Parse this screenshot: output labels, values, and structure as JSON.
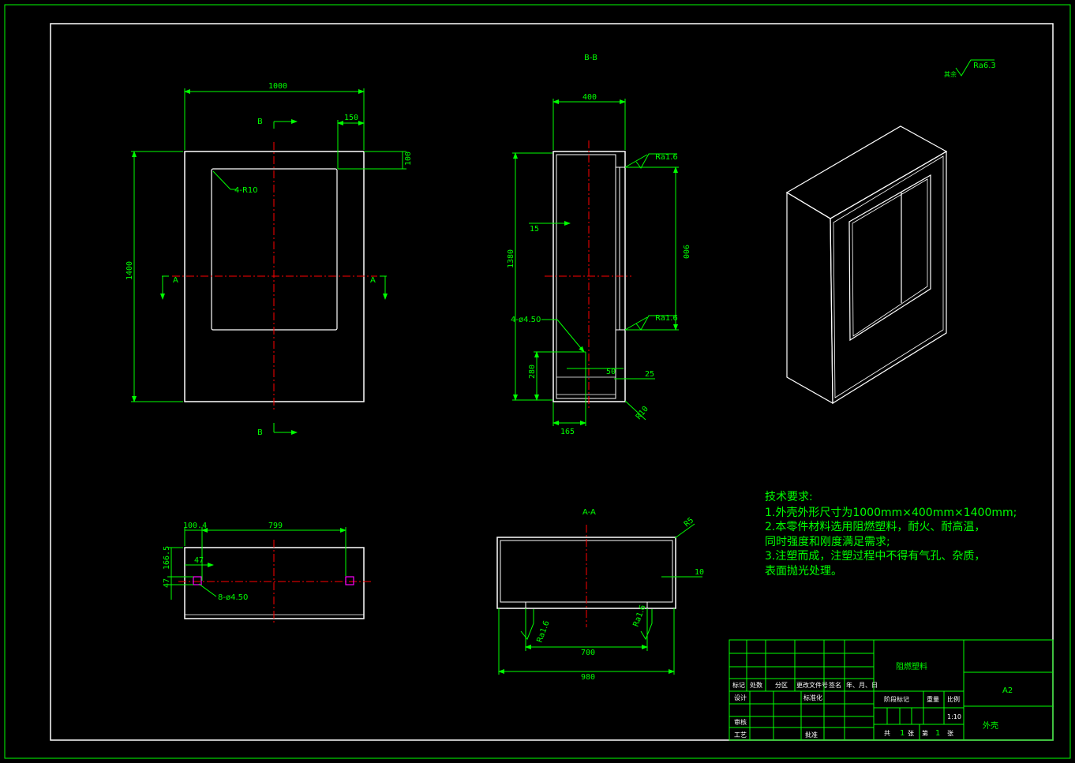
{
  "colors": {
    "background": "#000000",
    "frame": "#00ff00",
    "outline": "#ffffff",
    "centerline": "#ff0000",
    "dimension": "#00ff00",
    "holes": "#ff00ff"
  },
  "views": {
    "front": {
      "width_dim": "1000",
      "height_dim": "1400",
      "dim_150": "150",
      "dim_100": "100",
      "corner_label": "4-R10",
      "section_b_top": "B",
      "section_b_bottom": "B",
      "section_a_left": "A",
      "section_a_right": "A"
    },
    "section_bb": {
      "title": "B-B",
      "depth_dim": "400",
      "height_dim": "1380",
      "inner_dim": "900",
      "wall_dim": "15",
      "hole_label": "4-ø4.50",
      "dim_280": "280",
      "dim_50": "50",
      "dim_25": "25",
      "dim_165": "165",
      "radius": "R10",
      "roughness_top": "Ra1.6",
      "roughness_bottom": "Ra1.6"
    },
    "bottom": {
      "dim_1004": "100.4",
      "dim_799": "799",
      "dim_1665": "166.5",
      "dim_47a": "47",
      "dim_47b": "47",
      "hole_label": "8-ø4.50"
    },
    "section_aa": {
      "title": "A-A",
      "radius": "R5",
      "wall_dim": "10",
      "dim_700": "700",
      "dim_980": "980",
      "roughness_left": "Ra1.6",
      "roughness_right": "Ra1.6"
    },
    "roughness_general": {
      "label": "其余",
      "value": "Ra6.3"
    }
  },
  "notes": {
    "title": "技术要求:",
    "lines": [
      "1.外壳外形尺寸为1000mm×400mm×1400mm;",
      "2.本零件材料选用阻燃塑料，耐火、耐高温，",
      "同时强度和刚度满足需求;",
      "3.注塑而成，注塑过程中不得有气孔、杂质，",
      "表面抛光处理。"
    ]
  },
  "title_block": {
    "material": "阻燃塑料",
    "sheet_size": "A2",
    "part_name": "外壳",
    "scale": "1:10",
    "row_labels": [
      "标记",
      "处数",
      "分区",
      "更改文件号",
      "签名",
      "年、月、日"
    ],
    "design": "设计",
    "standard": "标准化",
    "stage_mark": "阶段标记",
    "weight": "重量",
    "ratio": "比例",
    "review": "审核",
    "process": "工艺",
    "approve": "批准",
    "sheets_total_label": "共",
    "sheets_total": "1",
    "sheet_unit": "张",
    "sheet_no_label": "第",
    "sheet_no": "1",
    "sheet_unit2": "张"
  }
}
